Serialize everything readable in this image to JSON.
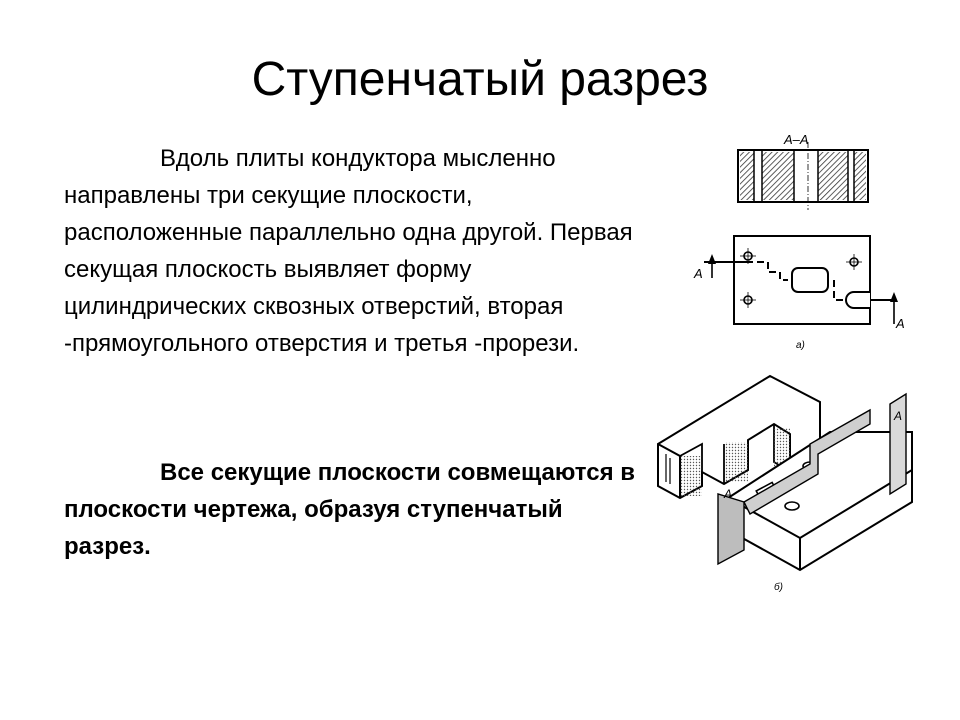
{
  "slide": {
    "title": "Ступенчатый разрез",
    "body": "Вдоль плиты кондуктора мысленно направлены три секущие плоскости, расположенные параллельно одна другой. Первая секущая плоскость выявляет форму цилиндрических сквозных отверстий, вторая -прямоугольного отверстия и третья -прорези.",
    "conclusion": "Все секущие плоскости совмещаются в плоскости чертежа, образуя ступенчатый разрез."
  },
  "figures": {
    "section_label": "А–А",
    "plane_label_left": "А",
    "plane_label_right": "А",
    "caption_a": "а)",
    "plane_label_iso_left": "А",
    "plane_label_iso_right": "А",
    "caption_b": "б)"
  }
}
